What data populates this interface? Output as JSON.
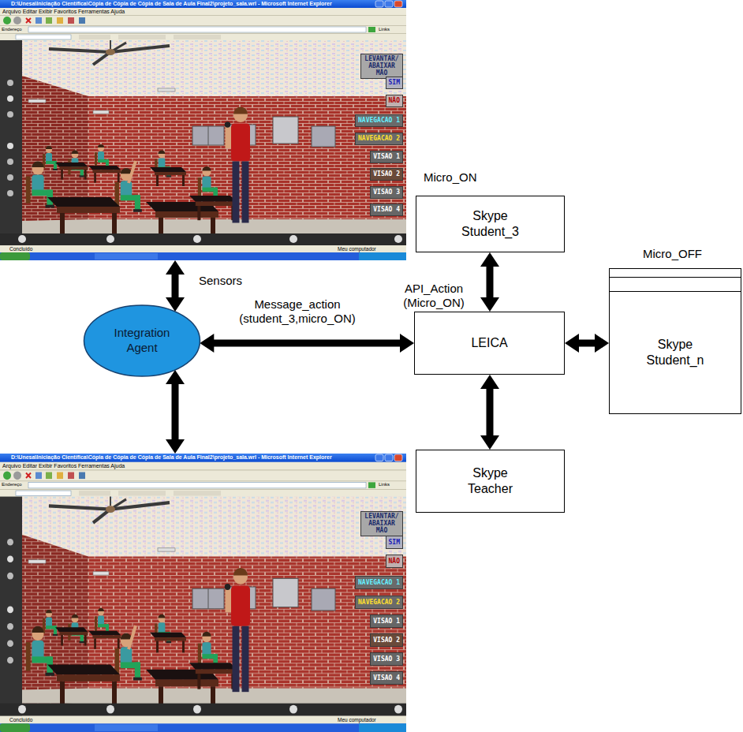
{
  "diagram": {
    "nodes": [
      {
        "text": [
          "D:\\Unesa\\Iniciação Científica\\Cópia de Cópia de Cópia de Sala de Aula Final2\\projeto_sala.wrl - Microsoft Internet Explorer",
          "Arquivo Editar Exibir Favoritos Ferramentas Ajuda",
          "Endereço",
          "Links",
          "Concluído",
          "Meu computador"
        ]
      },
      {
        "text": [
          "LEVANTAR/ ABAIXAR MÃO"
        ],
        "in": 0
      },
      {
        "text": [
          "SIM"
        ],
        "in": 0
      },
      {
        "text": [
          "NÃO"
        ],
        "in": 0
      },
      {
        "text": [
          "NAVEGACAO 1"
        ],
        "in": 0
      },
      {
        "text": [
          "NAVEGACAO 2"
        ],
        "in": 0
      },
      {
        "text": [
          "VISAO 1"
        ],
        "in": 0
      },
      {
        "text": [
          "VISAO 2"
        ],
        "in": 0
      },
      {
        "text": [
          "VISAO 3"
        ],
        "in": 0
      },
      {
        "text": [
          "VISAO 4"
        ],
        "in": 0
      },
      {
        "text": [
          "Skype Student_3"
        ]
      },
      {
        "text": [
          "Integration Agent"
        ]
      },
      {
        "text": [
          "LEICA"
        ]
      },
      {
        "text": [
          "Skype Student_n"
        ]
      },
      {
        "text": [
          "D:\\Unesa\\Iniciação Científica\\Cópia de Cópia de Cópia de Sala de Aula Final2\\projeto_sala.wrl - Microsoft Internet Explorer",
          "Arquivo Editar Exibir Favoritos Ferramentas Ajuda",
          "Endereço",
          "Links",
          "Concluído",
          "Meu computador"
        ]
      },
      {
        "text": [
          "LEVANTAR/ ABAIXAR MÃO"
        ],
        "in": 14
      },
      {
        "text": [
          "SIM"
        ],
        "in": 14
      },
      {
        "text": [
          "NÃO"
        ],
        "in": 14
      },
      {
        "text": [
          "NAVEGACAO 1"
        ],
        "in": 14
      },
      {
        "text": [
          "NAVEGACAO 2"
        ],
        "in": 14
      },
      {
        "text": [
          "VISAO 1"
        ],
        "in": 14
      },
      {
        "text": [
          "VISAO 2"
        ],
        "in": 14
      },
      {
        "text": [
          "VISAO 3"
        ],
        "in": 14
      },
      {
        "text": [
          "VISAO 4"
        ],
        "in": 14
      },
      {
        "text": [
          "Skype Teacher"
        ]
      }
    ],
    "edges": [
      {
        "from": 11,
        "to": 0,
        "label": "Sensors",
        "arrow": "both"
      },
      {
        "from": 11,
        "to": 14,
        "arrow": "both"
      },
      {
        "from": 11,
        "to": 12,
        "label": "Message_action (student_3,micro_ON)",
        "arrow": "both"
      },
      {
        "from": 12,
        "to": 10,
        "label": "API_Action (Micro_ON)",
        "arrow": "both"
      },
      {
        "from": 12,
        "to": 13,
        "arrow": "both"
      },
      {
        "from": 12,
        "to": 24,
        "arrow": "both"
      }
    ],
    "labels": [
      "Micro_ON",
      "Micro_OFF"
    ]
  }
}
